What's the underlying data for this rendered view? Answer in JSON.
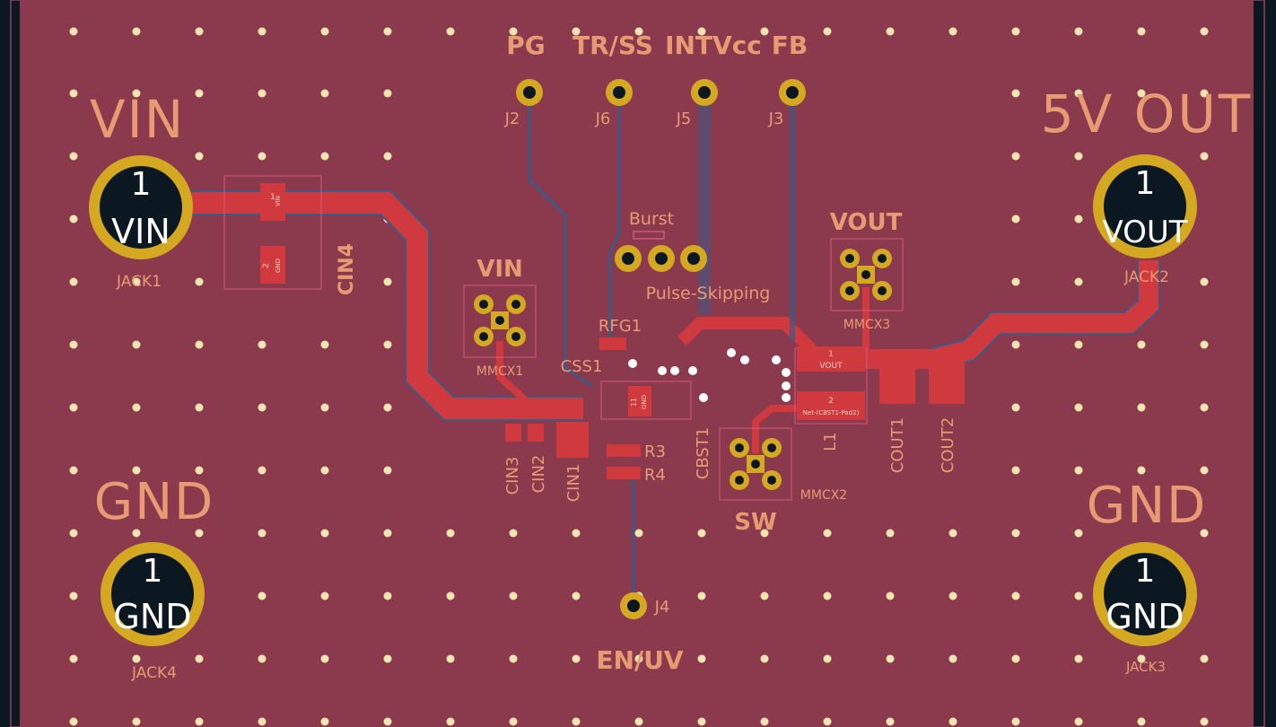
{
  "colors": {
    "background": "#0b1822",
    "board_copper": "#8b3a4e",
    "trace": "#d03a3f",
    "trace_outline": "#3c5a86",
    "silkscreen": "#e89a72",
    "pad_gold": "#d4a820",
    "drill": "#0b1822",
    "courtyard": "#d4567a"
  },
  "labels": {
    "pg": "PG",
    "tr_ss": "TR/SS",
    "intvcc": "INTVcc",
    "fb": "FB",
    "vin_big": "VIN",
    "vout_big": "5V OUT",
    "gnd_left": "GND",
    "gnd_right": "GND",
    "en_uv": "EN/UV",
    "vin_mmcx": "VIN",
    "vout_mmcx": "VOUT",
    "sw": "SW",
    "burst": "Burst",
    "pulse_skipping": "Pulse-Skipping"
  },
  "refs": {
    "j2": "J2",
    "j6": "J6",
    "j5": "J5",
    "j3": "J3",
    "j4": "J4",
    "jack1": "JACK1",
    "jack2": "JACK2",
    "jack3": "JACK3",
    "jack4": "JACK4",
    "mmcx1": "MMCX1",
    "mmcx2": "MMCX2",
    "mmcx3": "MMCX3",
    "cin1": "CIN1",
    "cin2": "CIN2",
    "cin3": "CIN3",
    "cin4": "CIN4",
    "cout1": "COUT1",
    "cout2": "COUT2",
    "cbst1": "CBST1",
    "l1": "L1",
    "r3": "R3",
    "r4": "R4",
    "rfg1": "RFG1",
    "css1": "CSS1"
  },
  "pads": {
    "jack_num": "1",
    "jack1_net": "VIN",
    "jack2_net": "VOUT",
    "jack3_net": "GND",
    "jack4_net": "GND",
    "cin4_pad1": "1",
    "cin4_pad1_net": "VIN",
    "cin4_pad2": "2",
    "cin4_pad2_net": "GND",
    "l1_pad1": "1",
    "l1_pad1_net": "VOUT",
    "l1_pad2": "2",
    "l1_pad2_net": "Net-(CBST1-Pad2)",
    "ic_pad": "11",
    "ic_pad_net": "GND"
  }
}
